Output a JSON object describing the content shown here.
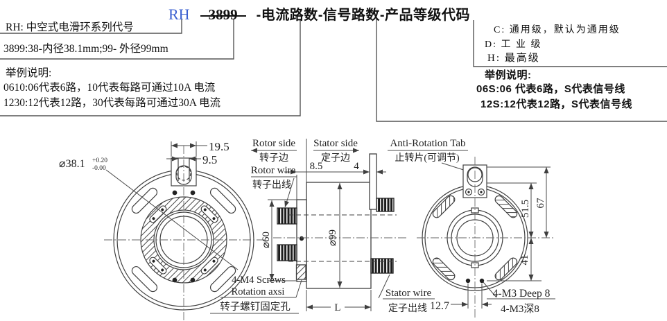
{
  "title": {
    "series": "RH",
    "model": "3899",
    "fields": "-电流路数-信号路数-产品等级代码"
  },
  "series_note": "RH:  中空式电滑环系列代号",
  "model_note": "3899:38-内径38.1mm;99-  外径99mm",
  "left_examples": {
    "heading": "举例说明:",
    "line1": "0610:06代表6路，10代表每路可通过10A 电流",
    "line2": "1230:12代表12路，30代表每路可通过30A 电流"
  },
  "grades": {
    "c": "C:   通用级，默认为通用级",
    "d": "D:  工 业 级",
    "h": "H: 最高级"
  },
  "right_examples": {
    "heading": "举例说明:",
    "line1": "06S:06 代表6路，S代表信号线",
    "line2": "12S:12代表12路，S代表信号线"
  },
  "drawing": {
    "front": {
      "tab_width": "19.5",
      "tab_inner": "9.5",
      "bore": "⌀38.1",
      "tol_plus": "+0.20",
      "tol_minus": "-0.00"
    },
    "side": {
      "rotor_side_en": "Rotor side",
      "rotor_side_zh": "转子边",
      "stator_side_en": "Stator side",
      "stator_side_zh": "定子边",
      "rotor_wire_en": "Rotor wire",
      "rotor_wire_zh": "转子出线",
      "d85": "8.5",
      "d4": "4",
      "d60": "⌀60",
      "d99": "⌀99",
      "L": "L",
      "screws_en1": "4-M4 Screws",
      "screws_en2": "Rotation axsi",
      "screws_zh": "转子螺钉固定孔",
      "stator_wire_en": "Stator wire",
      "stator_wire_zh": "定子出线"
    },
    "rear": {
      "anti_rotation_en": "Anti-Rotation Tab",
      "anti_rotation_zh": "止转片(可调节)",
      "d515": "51.5",
      "d67": "67",
      "d41": "41",
      "d127": "12.7",
      "m3_en": "4-M3 Deep 8",
      "m3_zh": "4-M3深8"
    }
  },
  "colors": {
    "accent": "#3a5fd0",
    "ink": "#1a1a1a",
    "line": "#4a4a4a"
  }
}
